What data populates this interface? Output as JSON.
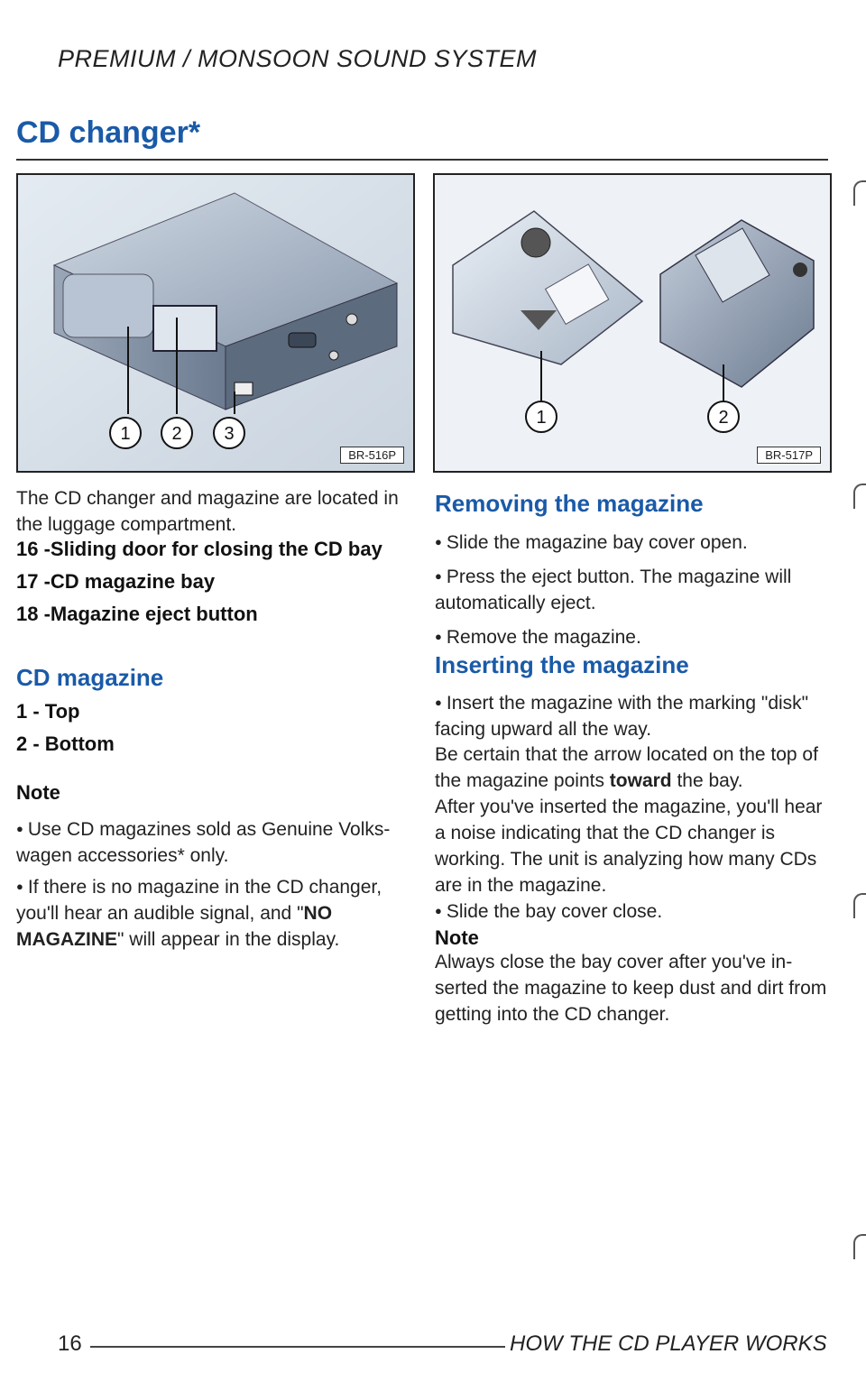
{
  "header": "PREMIUM / MONSOON SOUND SYSTEM",
  "section_title": "CD changer*",
  "figure_left": {
    "code": "BR-516P",
    "callouts": [
      "1",
      "2",
      "3"
    ]
  },
  "figure_right": {
    "code": "BR-517P",
    "callouts": [
      "1",
      "2"
    ]
  },
  "left_col": {
    "intro": "The CD changer and magazine are located in the luggage compartment.",
    "items": [
      "16 -Sliding door for closing the CD bay",
      "17 -CD magazine bay",
      "18 -Magazine eject button"
    ],
    "magazine_heading": "CD magazine",
    "magazine_items": [
      "1 - Top",
      "2 - Bottom"
    ],
    "note_heading": "Note",
    "note_bullet1": "Use CD magazines sold as Genuine Volks-wagen accessories* only.",
    "note_bullet2_pre": "If there is no magazine in the CD changer, you'll hear an audible signal, and \"",
    "note_bullet2_bold": "NO MAGAZINE",
    "note_bullet2_post": "\" will appear in the display."
  },
  "right_col": {
    "removing_heading": "Removing the magazine",
    "removing_steps": [
      "Slide the magazine bay cover open.",
      "Press the eject button. The magazine will automatically eject.",
      "Remove the magazine."
    ],
    "inserting_heading": "Inserting the magazine",
    "inserting_step1": "Insert the magazine with the marking \"disk\" facing upward all the way.",
    "certain_pre": "Be certain that the arrow located on the top of the magazine points ",
    "certain_bold": "toward",
    "certain_post": " the bay.",
    "after_text": "After you've inserted the magazine, you'll hear a noise indicating that the CD changer is working. The unit is analyzing how many CDs are in the magazine.",
    "slide_close": "Slide the bay cover close.",
    "note_heading": "Note",
    "note_text": "Always close the bay cover after you've in-serted the magazine to keep dust and dirt from getting into the CD changer."
  },
  "footer": {
    "page_number": "16",
    "text": "HOW THE CD PLAYER WORKS"
  }
}
